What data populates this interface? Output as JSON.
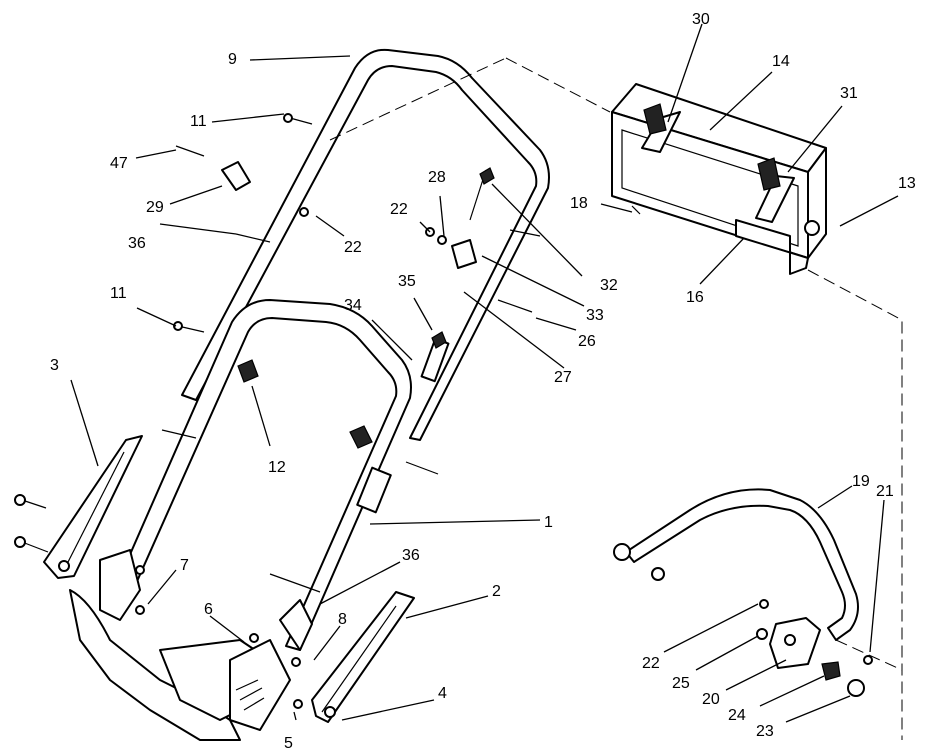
{
  "callouts": [
    "1",
    "2",
    "3",
    "4",
    "5",
    "6",
    "7",
    "8",
    "9",
    "11",
    "11",
    "12",
    "13",
    "14",
    "16",
    "18",
    "19",
    "20",
    "21",
    "22",
    "22",
    "22",
    "23",
    "24",
    "25",
    "26",
    "27",
    "28",
    "29",
    "30",
    "31",
    "32",
    "33",
    "34",
    "35",
    "36",
    "36",
    "47"
  ]
}
